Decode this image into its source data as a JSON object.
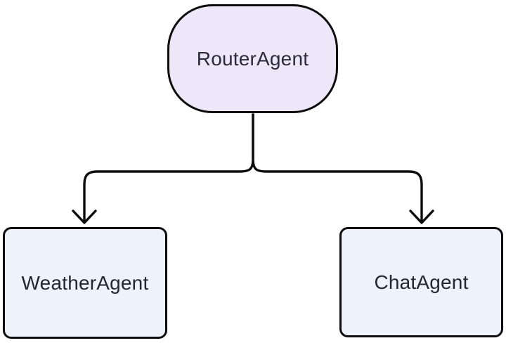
{
  "diagram": {
    "type": "flowchart",
    "direction": "top-down",
    "background_color": "#ffffff",
    "edge_color": "#0d0d0d",
    "nodes": [
      {
        "id": "router",
        "label": "RouterAgent",
        "shape": "stadium",
        "fill": "#ede7fa",
        "stroke": "#0d0d0d",
        "text_color": "#2b2b3d"
      },
      {
        "id": "weather",
        "label": "WeatherAgent",
        "shape": "rounded-rectangle",
        "fill": "#edf2fb",
        "stroke": "#0d0d0d",
        "text_color": "#23272e"
      },
      {
        "id": "chat",
        "label": "ChatAgent",
        "shape": "rounded-rectangle",
        "fill": "#edf2fb",
        "stroke": "#0d0d0d",
        "text_color": "#23272e"
      }
    ],
    "edges": [
      {
        "from": "RouterAgent",
        "to": "WeatherAgent",
        "arrow": "open-v-arrowhead"
      },
      {
        "from": "RouterAgent",
        "to": "ChatAgent",
        "arrow": "open-v-arrowhead"
      }
    ]
  }
}
